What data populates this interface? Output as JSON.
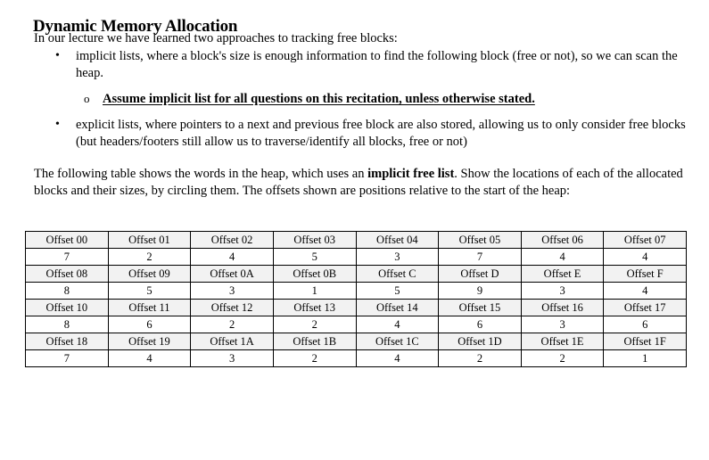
{
  "document": {
    "title": "Dynamic Memory Allocation",
    "intro": "In our lecture we have learned two approaches to tracking free blocks:",
    "bullets": [
      {
        "marker": "•",
        "text": "implicit lists, where a block's size is enough information to find the following block (free or not), so we can scan the heap.",
        "subbullet": {
          "marker": "o",
          "text": "Assume implicit list for all questions on this recitation, unless otherwise stated."
        }
      },
      {
        "marker": "•",
        "text": "explicit lists, where pointers to a next and previous free block are also stored, allowing us to only consider free blocks (but headers/footers still allow us to traverse/identify all blocks, free or not)"
      }
    ],
    "paragraph": {
      "part1": "The following table shows the words in the heap, which uses an ",
      "emphasis": "implicit free list",
      "part2": ". Show the locations of each of the allocated blocks and their sizes, by circling them. The offsets shown are positions relative to the start of the heap:"
    }
  },
  "heap_table": {
    "columns": 8,
    "header_background": "#f2f2f2",
    "border_color": "#000000",
    "blocks": [
      {
        "offsets": [
          "Offset 00",
          "Offset 01",
          "Offset 02",
          "Offset 03",
          "Offset 04",
          "Offset 05",
          "Offset 06",
          "Offset 07"
        ],
        "values": [
          "7",
          "2",
          "4",
          "5",
          "3",
          "7",
          "4",
          "4"
        ]
      },
      {
        "offsets": [
          "Offset 08",
          "Offset 09",
          "Offset 0A",
          "Offset 0B",
          "Offset C",
          "Offset D",
          "Offset E",
          "Offset F"
        ],
        "values": [
          "8",
          "5",
          "3",
          "1",
          "5",
          "9",
          "3",
          "4"
        ]
      },
      {
        "offsets": [
          "Offset 10",
          "Offset 11",
          "Offset 12",
          "Offset 13",
          "Offset 14",
          "Offset 15",
          "Offset 16",
          "Offset 17"
        ],
        "values": [
          "8",
          "6",
          "2",
          "2",
          "4",
          "6",
          "3",
          "6"
        ]
      },
      {
        "offsets": [
          "Offset 18",
          "Offset 19",
          "Offset 1A",
          "Offset 1B",
          "Offset 1C",
          "Offset 1D",
          "Offset 1E",
          "Offset 1F"
        ],
        "values": [
          "7",
          "4",
          "3",
          "2",
          "4",
          "2",
          "2",
          "1"
        ]
      }
    ]
  }
}
